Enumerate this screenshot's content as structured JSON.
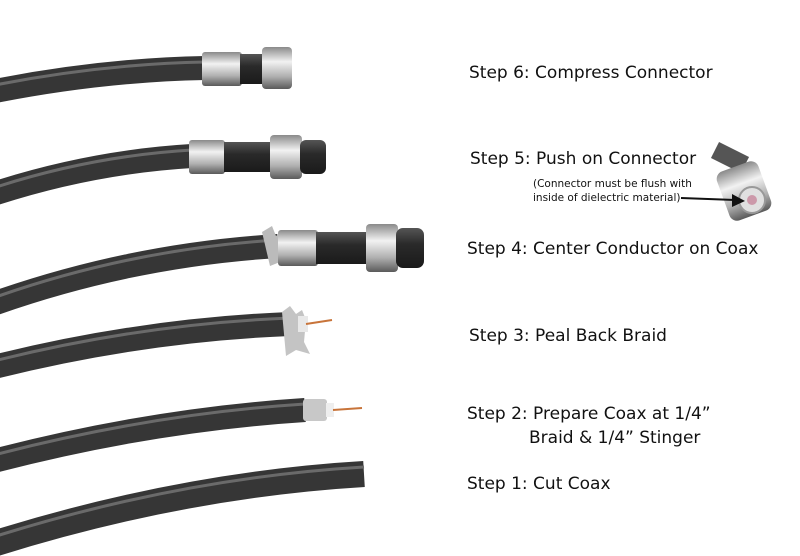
{
  "steps": [
    {
      "label": "Step 6: Compress Connector"
    },
    {
      "label": "Step 5: Push on Connector",
      "note_line1": "(Connector must be flush with",
      "note_line2": "inside of dielectric material)"
    },
    {
      "label": "Step 4: Center Conductor on Coax"
    },
    {
      "label": "Step 3: Peal Back Braid"
    },
    {
      "label": "Step 2: Prepare Coax at 1/4”",
      "label_line2": "Braid & 1/4” Stinger"
    },
    {
      "label": "Step 1: Cut Coax"
    }
  ],
  "colors": {
    "cable": "#363636",
    "highlight": "#6a6a6a",
    "metal": "#c9c9c9",
    "copper": "#c8743a"
  }
}
